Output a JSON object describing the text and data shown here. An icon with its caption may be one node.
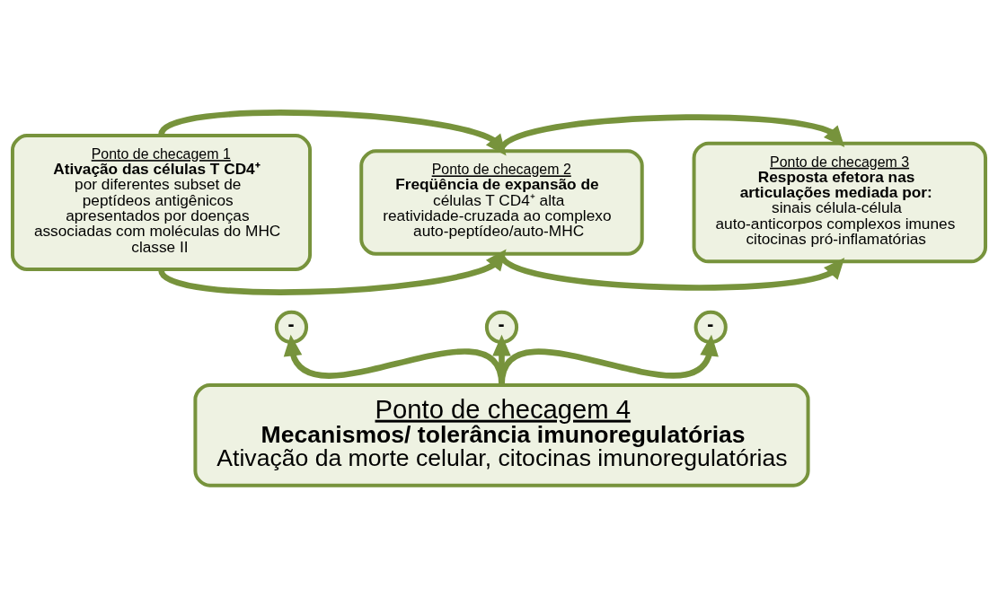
{
  "diagram": {
    "nodes": [
      {
        "text": [
          "Ponto de checagem 1",
          "Ativação das células T CD4⁺",
          "por diferentes subset de peptídeos antigênicos apresentados por doenças associadas com moléculas do MHC classe II"
        ]
      },
      {
        "text": [
          "Ponto de checagem 2",
          "Freqüência de expansão de",
          "células T CD4⁺ alta reatividade-cruzada ao complexo auto-peptídeo/auto-MHC"
        ]
      },
      {
        "text": [
          "Ponto de checagem 3",
          "Resposta efetora nas articulações mediada por:",
          "sinais célula-célula auto-anticorpos complexos imunes citocinas pró-inflamatórias"
        ]
      },
      {
        "text": [
          "Ponto de checagem 4",
          "Mecanismos/ tolerância imunoregulatórias",
          "Ativação da morte celular, citocinas imunoregulatórias"
        ]
      },
      {
        "text": [
          "-"
        ]
      },
      {
        "text": [
          "-"
        ]
      },
      {
        "text": [
          "-"
        ]
      }
    ],
    "edges": [
      {
        "from": 0,
        "to": 1,
        "arrow": "to"
      },
      {
        "from": 0,
        "to": 1,
        "arrow": "to"
      },
      {
        "from": 1,
        "to": 2,
        "arrow": "to"
      },
      {
        "from": 1,
        "to": 2,
        "arrow": "to"
      },
      {
        "from": 3,
        "to": 4,
        "arrow": "to"
      },
      {
        "from": 3,
        "to": 5,
        "arrow": "to"
      },
      {
        "from": 3,
        "to": 6,
        "arrow": "to"
      }
    ]
  }
}
